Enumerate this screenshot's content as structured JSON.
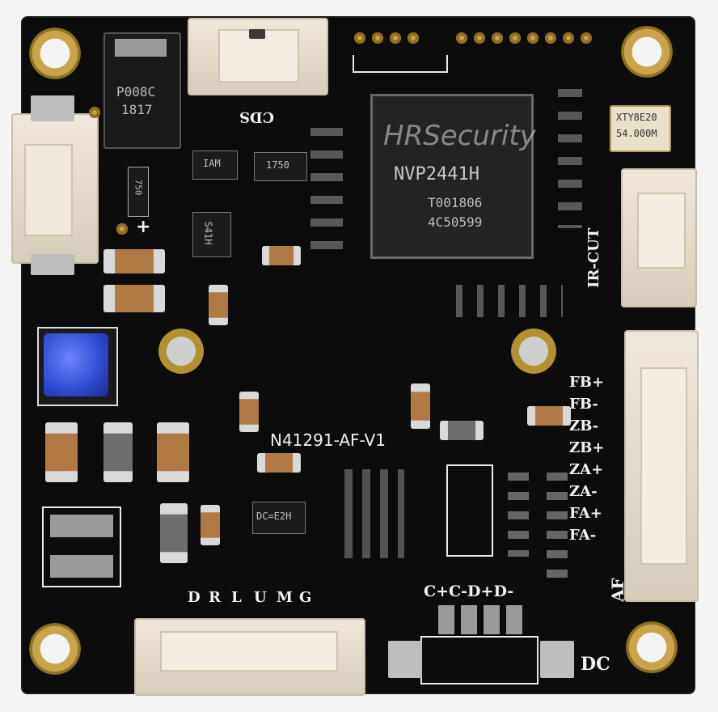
{
  "board": {
    "model_label": "N41291-AF-V1",
    "watermark": "HRSecurity"
  },
  "main_chip": {
    "brand": "NVP2441H",
    "line1": "T001806",
    "line2": "4C50599"
  },
  "crystal": {
    "line1": "XTY8E20",
    "line2": "54.000M"
  },
  "diode": {
    "line1": "P008C",
    "line2": "1817"
  },
  "small_ics": {
    "ic1": "IAM",
    "ic2": "1750",
    "ic3": "S41H",
    "ic4": "DC=E2H",
    "resistor": "750"
  },
  "labels": {
    "cds": "CDS",
    "ir_cut": "IR-CUT",
    "af": "AF",
    "dc": "DC",
    "plus": "+",
    "af_pins": [
      "FB+",
      "FB-",
      "ZB-",
      "ZB+",
      "ZA+",
      "ZA-",
      "FA+",
      "FA-"
    ],
    "bottom_pins": [
      "D",
      "R",
      "L",
      "U",
      "M",
      "G"
    ],
    "dc_pins": "C+C-D+D-"
  },
  "colors": {
    "board": "#0c0c0c",
    "silkscreen": "#f2f2f2",
    "gold": "#c9a44a",
    "connector": "#e8dfcf",
    "blue_component": "#2f49d0"
  }
}
